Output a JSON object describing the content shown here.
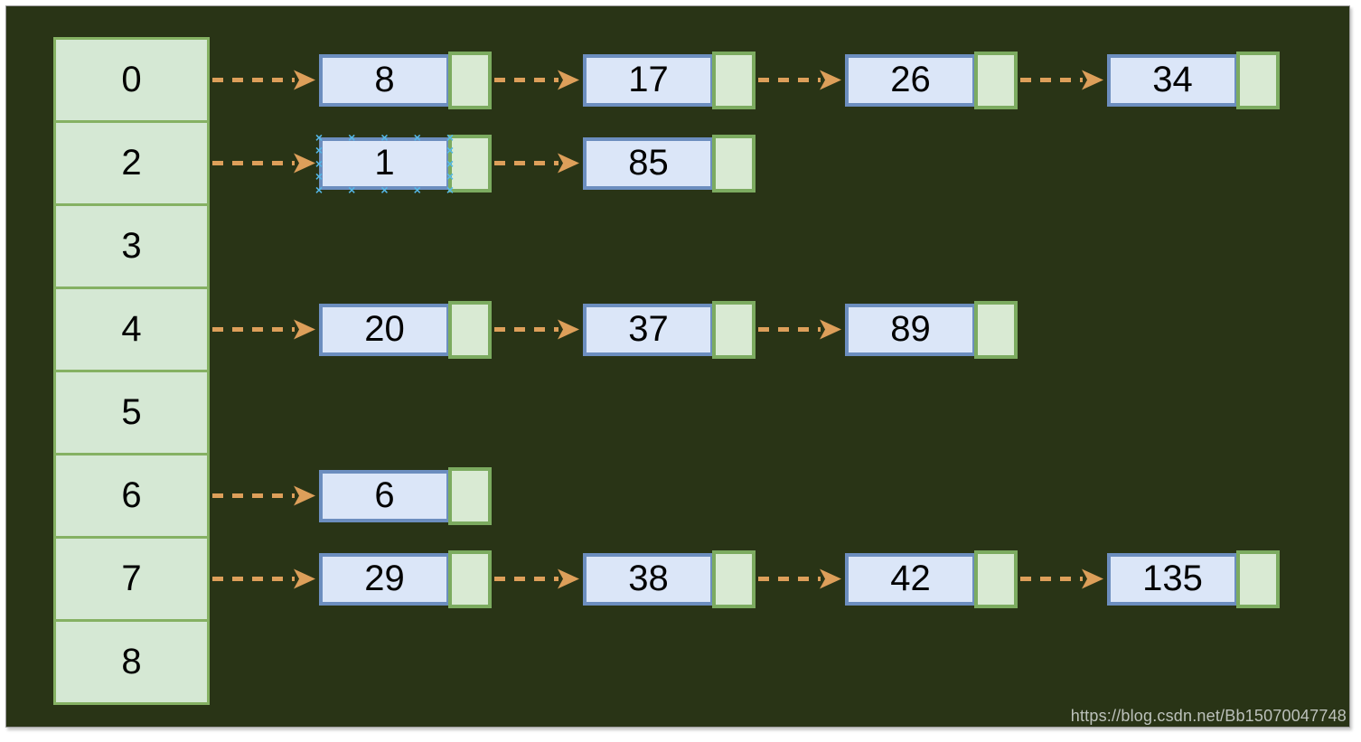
{
  "array": {
    "labels": [
      "0",
      "2",
      "3",
      "4",
      "5",
      "6",
      "7",
      "8"
    ]
  },
  "buckets": [
    {
      "cell": "0",
      "chain": [
        "8",
        "17",
        "26",
        "34"
      ]
    },
    {
      "cell": "2",
      "chain": [
        "1",
        "85"
      ],
      "selected_node": 0
    },
    {
      "cell": "4",
      "chain": [
        "20",
        "37",
        "89"
      ]
    },
    {
      "cell": "6",
      "chain": [
        "6"
      ]
    },
    {
      "cell": "7",
      "chain": [
        "29",
        "38",
        "42",
        "135"
      ]
    }
  ],
  "watermark": "https://blog.csdn.net/Bb15070047748",
  "colors": {
    "canvas_background": "#293416",
    "array_fill": "#d5e8d4",
    "array_stroke": "#85b163",
    "node_fill": "#dbe6f8",
    "node_stroke": "#6c8ebf",
    "next_fill": "#d9ead3",
    "next_stroke": "#7cab60",
    "arrow": "#dd9f5a",
    "selection_handle": "#55b8e8",
    "label_text": "#000000",
    "watermark_text": "#bcc1bb"
  }
}
